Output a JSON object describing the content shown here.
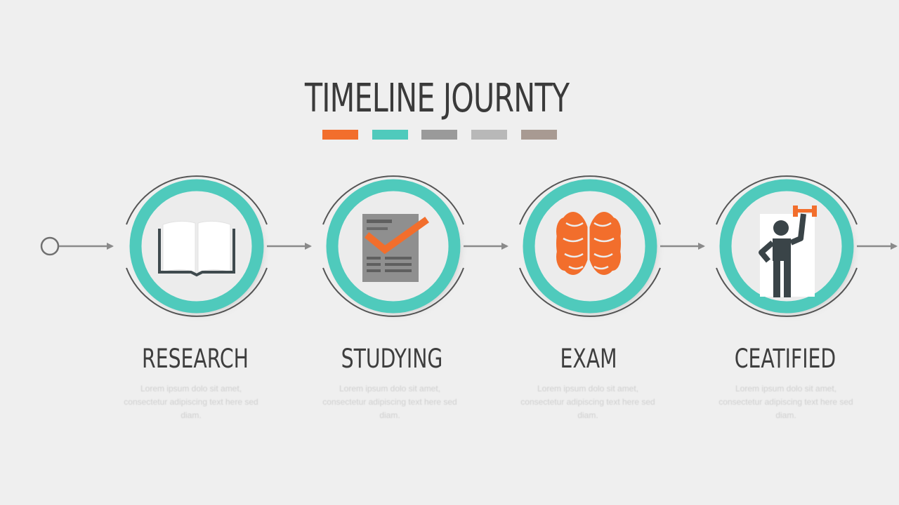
{
  "title": "TIMELINE JOURNTY",
  "palette": {
    "teal": "#4fcabc",
    "orange": "#f26e2c",
    "gray": "#9a9a9a",
    "light_gray": "#b8b8b8",
    "brown_gray": "#a89a92",
    "dark": "#3a4448",
    "background": "#efefef"
  },
  "swatches": [
    "#f26e2c",
    "#4fcabc",
    "#9a9a9a",
    "#b8b8b8",
    "#a89a92"
  ],
  "steps": [
    {
      "label": "RESEARCH",
      "icon": "open-book-icon",
      "description": "Lorem ipsum dolo sit amet, consectetur adipiscing text here sed diam."
    },
    {
      "label": "STUDYING",
      "icon": "checklist-document-icon",
      "description": "Lorem ipsum dolo sit amet, consectetur adipiscing text here sed diam."
    },
    {
      "label": "EXAM",
      "icon": "brain-icon",
      "description": "Lorem ipsum dolo sit amet, consectetur adipiscing text here sed diam."
    },
    {
      "label": "CEATIFIED",
      "icon": "person-lifting-dumbbell-icon",
      "description": "Lorem ipsum dolo sit amet, consectetur adipiscing text here sed diam."
    }
  ]
}
